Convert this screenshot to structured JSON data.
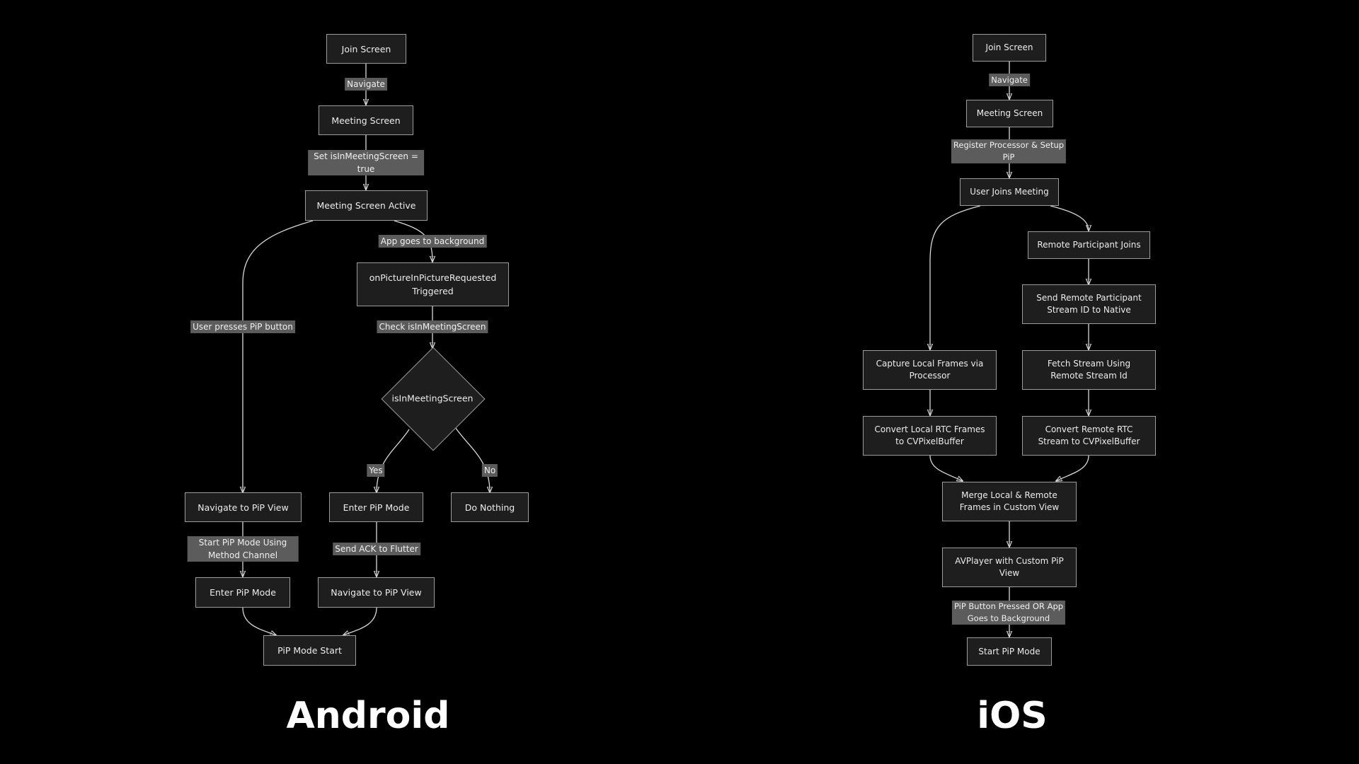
{
  "android": {
    "title": "Android",
    "nodes": {
      "join": "Join Screen",
      "meeting": "Meeting Screen",
      "active": "Meeting Screen Active",
      "onpip": "onPictureInPictureRequested\nTriggered",
      "decision": "isInMeetingScreen",
      "nav_pip_left": "Navigate to PiP View",
      "enter_pip_mid": "Enter PiP Mode",
      "do_nothing": "Do Nothing",
      "enter_pip_left": "Enter PiP Mode",
      "nav_pip_mid": "Navigate to PiP View",
      "pip_start": "PiP Mode Start"
    },
    "edges": {
      "navigate": "Navigate",
      "set_flag": "Set isInMeetingScreen =\ntrue",
      "background": "App goes to background",
      "user_press": "User presses PiP button",
      "check": "Check isInMeetingScreen",
      "yes": "Yes",
      "no": "No",
      "start_method": "Start PiP Mode Using\nMethod Channel",
      "send_ack": "Send ACK to Flutter"
    }
  },
  "ios": {
    "title": "iOS",
    "nodes": {
      "join": "Join Screen",
      "meeting": "Meeting Screen",
      "user_joins": "User Joins Meeting",
      "remote_joins": "Remote Participant Joins",
      "send_remote": "Send Remote Participant\nStream ID to Native",
      "capture_local": "Capture Local Frames via\nProcessor",
      "fetch_stream": "Fetch Stream Using\nRemote Stream Id",
      "convert_local": "Convert Local RTC Frames\nto CVPixelBuffer",
      "convert_remote": "Convert Remote RTC\nStream to CVPixelBuffer",
      "merge": "Merge Local & Remote\nFrames in Custom View",
      "avplayer": "AVPlayer with Custom PiP\nView",
      "start_pip": "Start PiP Mode"
    },
    "edges": {
      "navigate": "Navigate",
      "register": "Register Processor & Setup\nPiP",
      "pip_pressed": "PiP Button Pressed OR App\nGoes to Background"
    }
  }
}
